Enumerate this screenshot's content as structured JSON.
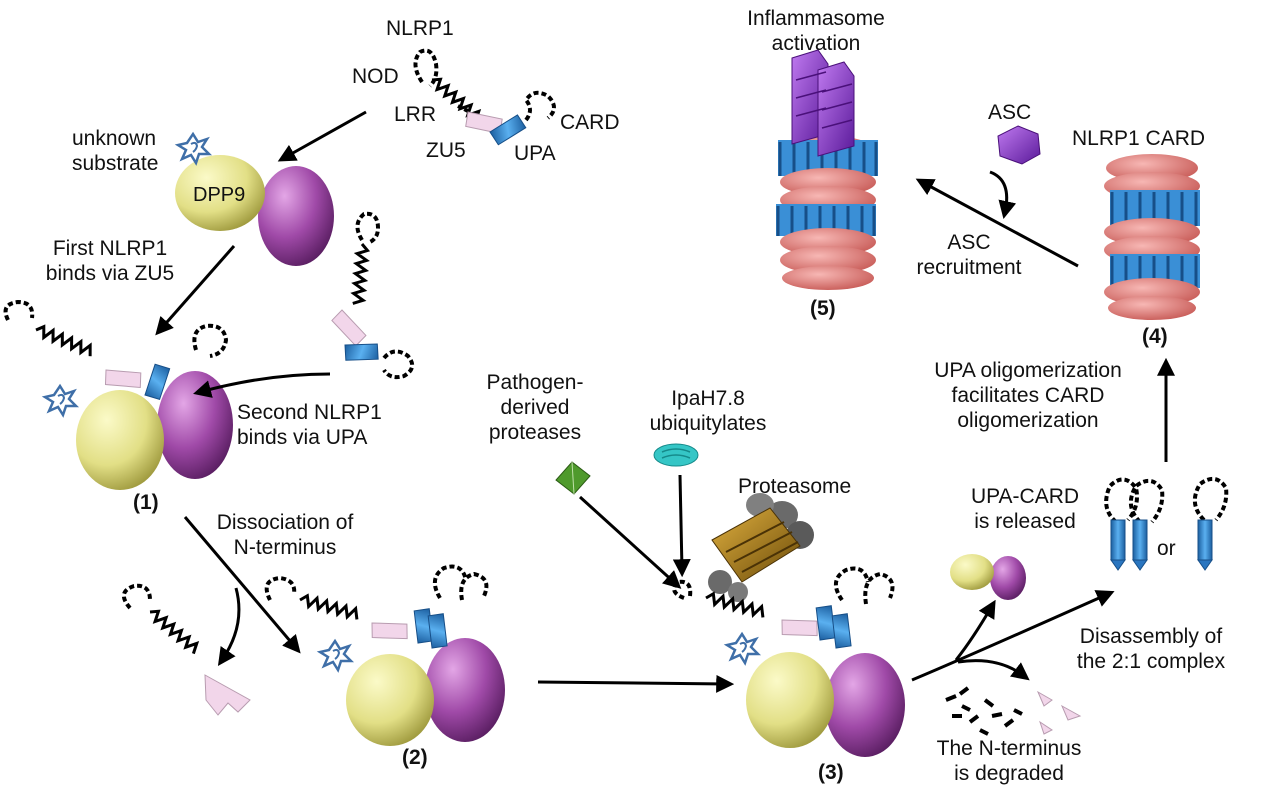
{
  "domain_labels": {
    "nlrp1": "NLRP1",
    "nod": "NOD",
    "lrr": "LRR",
    "zu5": "ZU5",
    "upa": "UPA",
    "card": "CARD",
    "unknown_substrate": "unknown\nsubstrate",
    "dpp9": "DPP9"
  },
  "steps": {
    "s1": "(1)",
    "s2": "(2)",
    "s3": "(3)",
    "s4": "(4)",
    "s5": "(5)"
  },
  "annotations": {
    "first_binds": "First NLRP1\nbinds via ZU5",
    "second_binds": "Second NLRP1\nbinds via UPA",
    "dissociation": "Dissociation of\nN-terminus",
    "pathogen": "Pathogen-\nderived\nproteases",
    "ipah": "IpaH7.8\nubiquitylates",
    "proteasome": "Proteasome",
    "upa_card_released": "UPA-CARD\nis released",
    "or": "or",
    "disassembly": "Disassembly of\nthe 2:1 complex",
    "nterm_degraded": "The N-terminus\nis degraded",
    "upa_oligomerization": "UPA oligomerization\nfacilitates CARD\noligomerization",
    "nlrp1_card": "NLRP1 CARD",
    "asc": "ASC",
    "asc_recruitment": "ASC\nrecruitment",
    "inflammasome": "Inflammasome\nactivation"
  },
  "colors": {
    "dpp9_yellow": "#e6e28c",
    "dpp9_purple": "#a04aa8",
    "upa_blue": "#3a8fd6",
    "zu5_pink": "#f2d6ea",
    "card_salmon": "#e8807c",
    "asc_violet": "#8a3ad0",
    "substrate_blue": "#3f6fa8",
    "protease_green": "#4f9a2c",
    "ubiquitin_cyan": "#35c6c6",
    "proteasome_gold": "#b8860b"
  }
}
